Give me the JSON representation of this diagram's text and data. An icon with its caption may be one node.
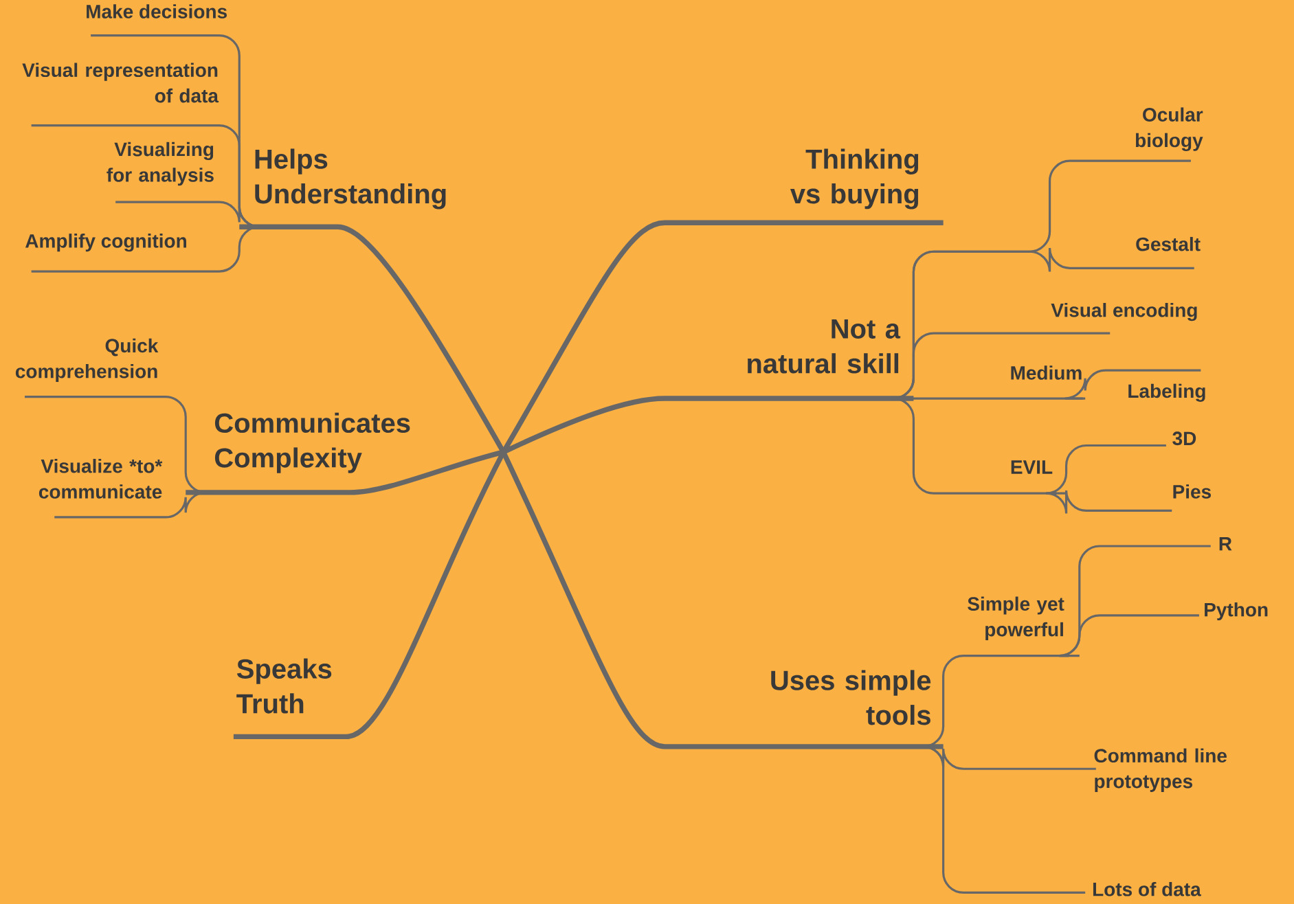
{
  "diagram": {
    "nodes": [
      {
        "text": [
          "Helps Understanding"
        ]
      },
      {
        "text": [
          "Communicates Complexity"
        ]
      },
      {
        "text": [
          "Speaks Truth"
        ]
      },
      {
        "text": [
          "Thinking vs buying"
        ]
      },
      {
        "text": [
          "Not a natural skill"
        ]
      },
      {
        "text": [
          "Uses simple tools"
        ]
      },
      {
        "text": [
          "Make decisions"
        ]
      },
      {
        "text": [
          "Visual representation of data"
        ]
      },
      {
        "text": [
          "Visualizing for analysis"
        ]
      },
      {
        "text": [
          "Amplify cognition"
        ]
      },
      {
        "text": [
          "Quick comprehension"
        ]
      },
      {
        "text": [
          "Visualize *to* communicate"
        ]
      },
      {
        "text": [
          "Ocular biology"
        ]
      },
      {
        "text": [
          "Gestalt"
        ]
      },
      {
        "text": [
          "Visual encoding"
        ]
      },
      {
        "text": [
          "Medium"
        ]
      },
      {
        "text": [
          "Labeling"
        ]
      },
      {
        "text": [
          "EVIL"
        ]
      },
      {
        "text": [
          "3D"
        ]
      },
      {
        "text": [
          "Pies"
        ]
      },
      {
        "text": [
          "Simple yet powerful"
        ]
      },
      {
        "text": [
          "R"
        ]
      },
      {
        "text": [
          "Python"
        ]
      },
      {
        "text": [
          "Command line prototypes"
        ]
      },
      {
        "text": [
          "Lots of data"
        ]
      }
    ],
    "edges": [
      {
        "from": null,
        "to": 0,
        "arrow": "none",
        "style": "thick"
      },
      {
        "from": null,
        "to": 1,
        "arrow": "none",
        "style": "thick"
      },
      {
        "from": null,
        "to": 2,
        "arrow": "none",
        "style": "thick"
      },
      {
        "from": null,
        "to": 3,
        "arrow": "none",
        "style": "thick"
      },
      {
        "from": null,
        "to": 4,
        "arrow": "none",
        "style": "thick"
      },
      {
        "from": null,
        "to": 5,
        "arrow": "none",
        "style": "thick"
      },
      {
        "from": 0,
        "to": 6,
        "arrow": "none"
      },
      {
        "from": 0,
        "to": 7,
        "arrow": "none"
      },
      {
        "from": 0,
        "to": 8,
        "arrow": "none"
      },
      {
        "from": 0,
        "to": 9,
        "arrow": "none"
      },
      {
        "from": 1,
        "to": 10,
        "arrow": "none"
      },
      {
        "from": 1,
        "to": 11,
        "arrow": "none"
      },
      {
        "from": 4,
        "to": 12,
        "arrow": "none"
      },
      {
        "from": 4,
        "to": 13,
        "arrow": "none"
      },
      {
        "from": 4,
        "to": 14,
        "arrow": "none"
      },
      {
        "from": 4,
        "to": 15,
        "arrow": "none"
      },
      {
        "from": 15,
        "to": 16,
        "arrow": "none"
      },
      {
        "from": 4,
        "to": 17,
        "arrow": "none"
      },
      {
        "from": 17,
        "to": 18,
        "arrow": "none"
      },
      {
        "from": 17,
        "to": 19,
        "arrow": "none"
      },
      {
        "from": 5,
        "to": 20,
        "arrow": "none"
      },
      {
        "from": 20,
        "to": 21,
        "arrow": "none"
      },
      {
        "from": 20,
        "to": 22,
        "arrow": "none"
      },
      {
        "from": 5,
        "to": 23,
        "arrow": "none"
      },
      {
        "from": 5,
        "to": 24,
        "arrow": "none"
      }
    ]
  }
}
